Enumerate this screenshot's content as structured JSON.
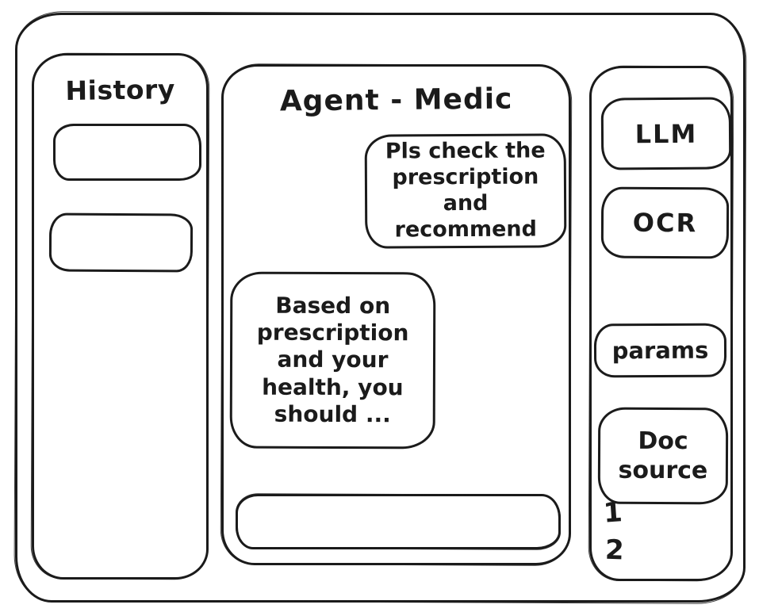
{
  "colors": {
    "ink": "#1b1b1b",
    "background": "#ffffff"
  },
  "history": {
    "title": "History",
    "items": [
      {
        "label": ""
      },
      {
        "label": ""
      }
    ]
  },
  "chat": {
    "title": "Agent - Medic",
    "messages": [
      {
        "role": "user",
        "text": "Pls check the prescription and recommend"
      },
      {
        "role": "assistant",
        "text": "Based on prescription and your health, you should ..."
      }
    ],
    "input": {
      "value": "",
      "placeholder": ""
    }
  },
  "tools": {
    "buttons": [
      {
        "label": "LLM"
      },
      {
        "label": "OCR"
      },
      {
        "label": "params"
      },
      {
        "label": "Doc source"
      }
    ],
    "doc_items": [
      "1",
      "2"
    ]
  }
}
